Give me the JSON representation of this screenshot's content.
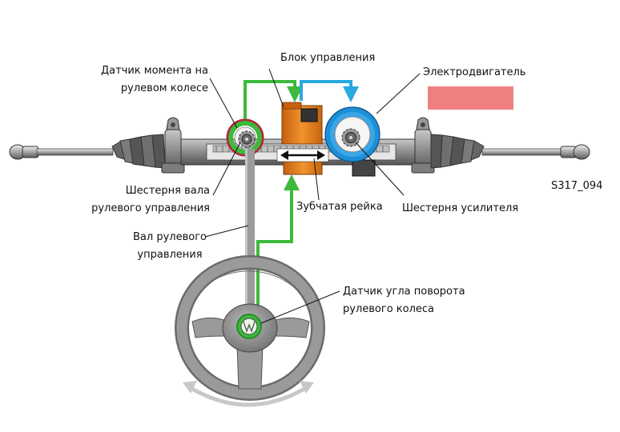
{
  "labels": {
    "torque_sensor": [
      "Датчик момента на",
      "рулевом колесе"
    ],
    "control_unit": "Блок управления",
    "electric_motor": "Электродвигатель",
    "code": "S317_094",
    "steering_pinion": [
      "Шестерня вала",
      "рулевого управления"
    ],
    "rack": "Зубчатая рейка",
    "servo_pinion": "Шестерня усилителя",
    "steering_shaft": [
      "Вал рулевого",
      "управления"
    ],
    "angle_sensor": [
      "Датчик угла поворота",
      "рулевого колеса"
    ]
  },
  "colors": {
    "signal_green": "#3cb93c",
    "signal_blue": "#2aa8e0",
    "control_unit_orange": "#e87e1e",
    "motor_ring_blue": "#1e8fd6",
    "torque_ring_red": "#b0263a",
    "highlight_red": "#f08080"
  },
  "icons": [
    "vw-logo",
    "rotation-arrow",
    "direction-arrow"
  ]
}
